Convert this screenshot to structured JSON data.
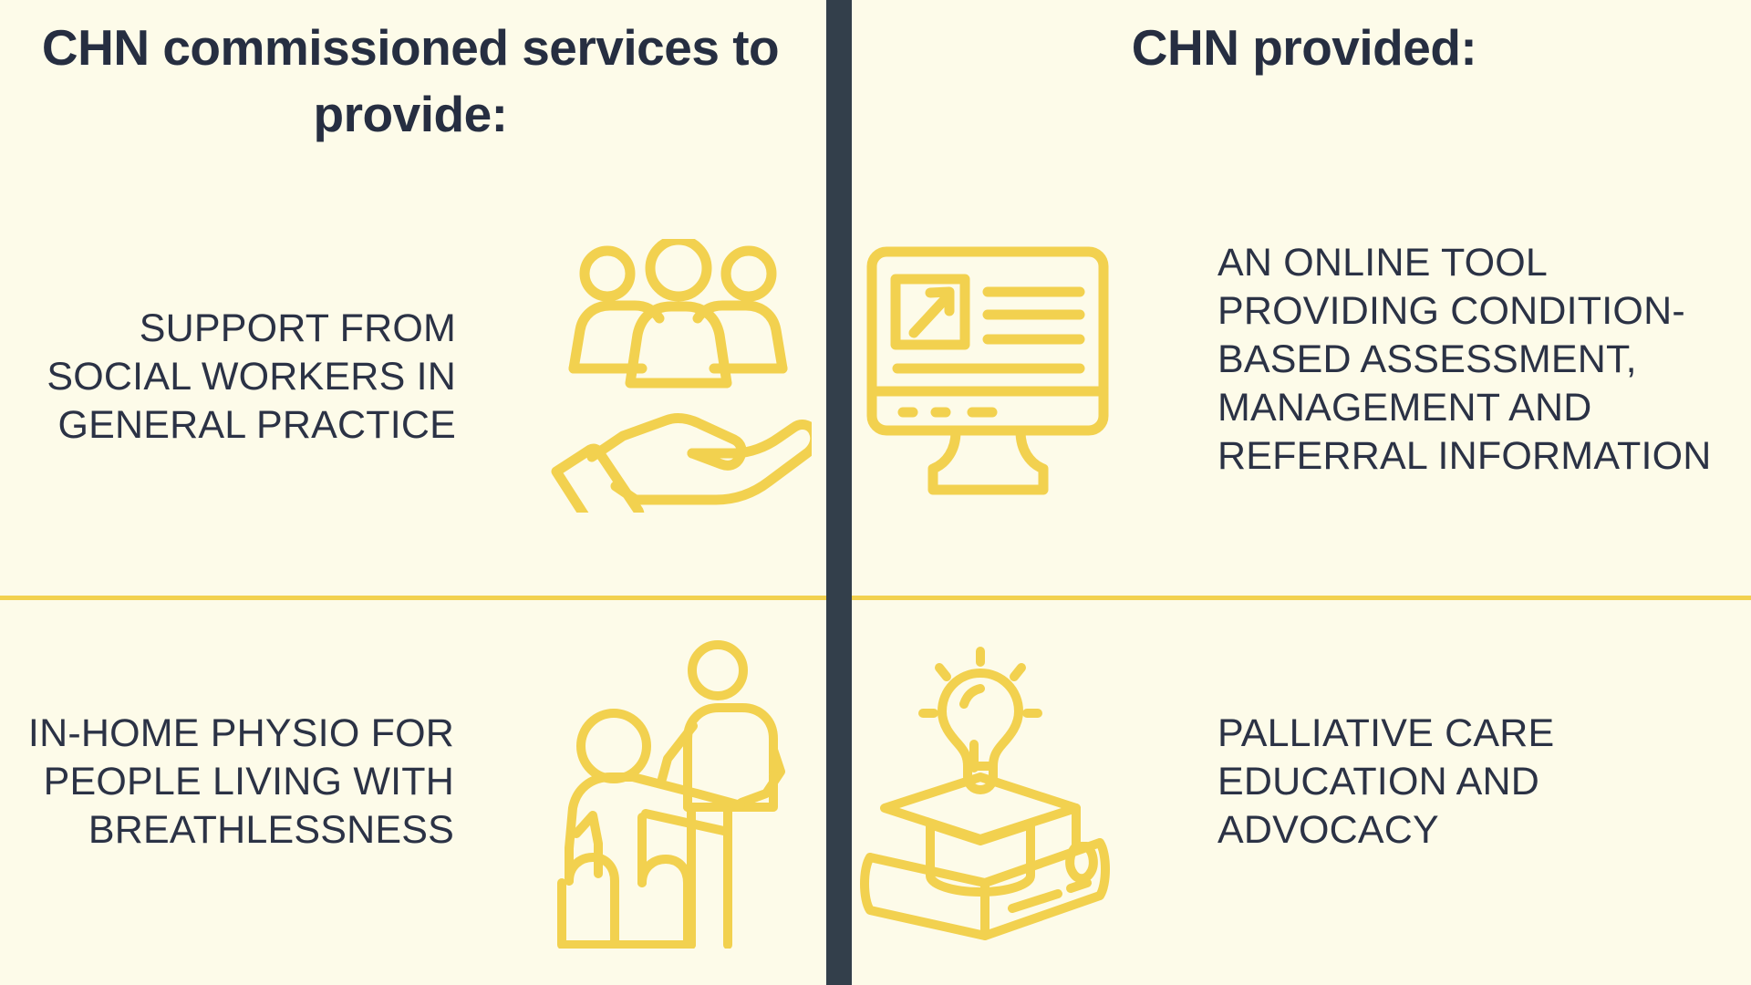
{
  "theme": {
    "background": "#FDFBE9",
    "navy": "#333F4B",
    "text_navy": "#2B3245",
    "accent_yellow": "#F2D14F"
  },
  "headings": {
    "left": "CHN commissioned services to provide:",
    "right": "CHN provided:"
  },
  "cells": {
    "top_left": {
      "text": "SUPPORT FROM SOCIAL WORKERS IN GENERAL PRACTICE",
      "icon": "people-in-hand-icon"
    },
    "top_right": {
      "text": "AN ONLINE TOOL PROVIDING CONDITION-BASED ASSESSMENT, MANAGEMENT AND REFERRAL INFORMATION",
      "icon": "desktop-monitor-icon"
    },
    "bottom_left": {
      "text": "IN-HOME PHYSIO FOR PEOPLE LIVING WITH BREATHLESSNESS",
      "icon": "physiotherapy-icon"
    },
    "bottom_right": {
      "text": "PALLIATIVE CARE EDUCATION AND ADVOCACY",
      "icon": "graduation-cap-books-lightbulb-icon"
    }
  }
}
